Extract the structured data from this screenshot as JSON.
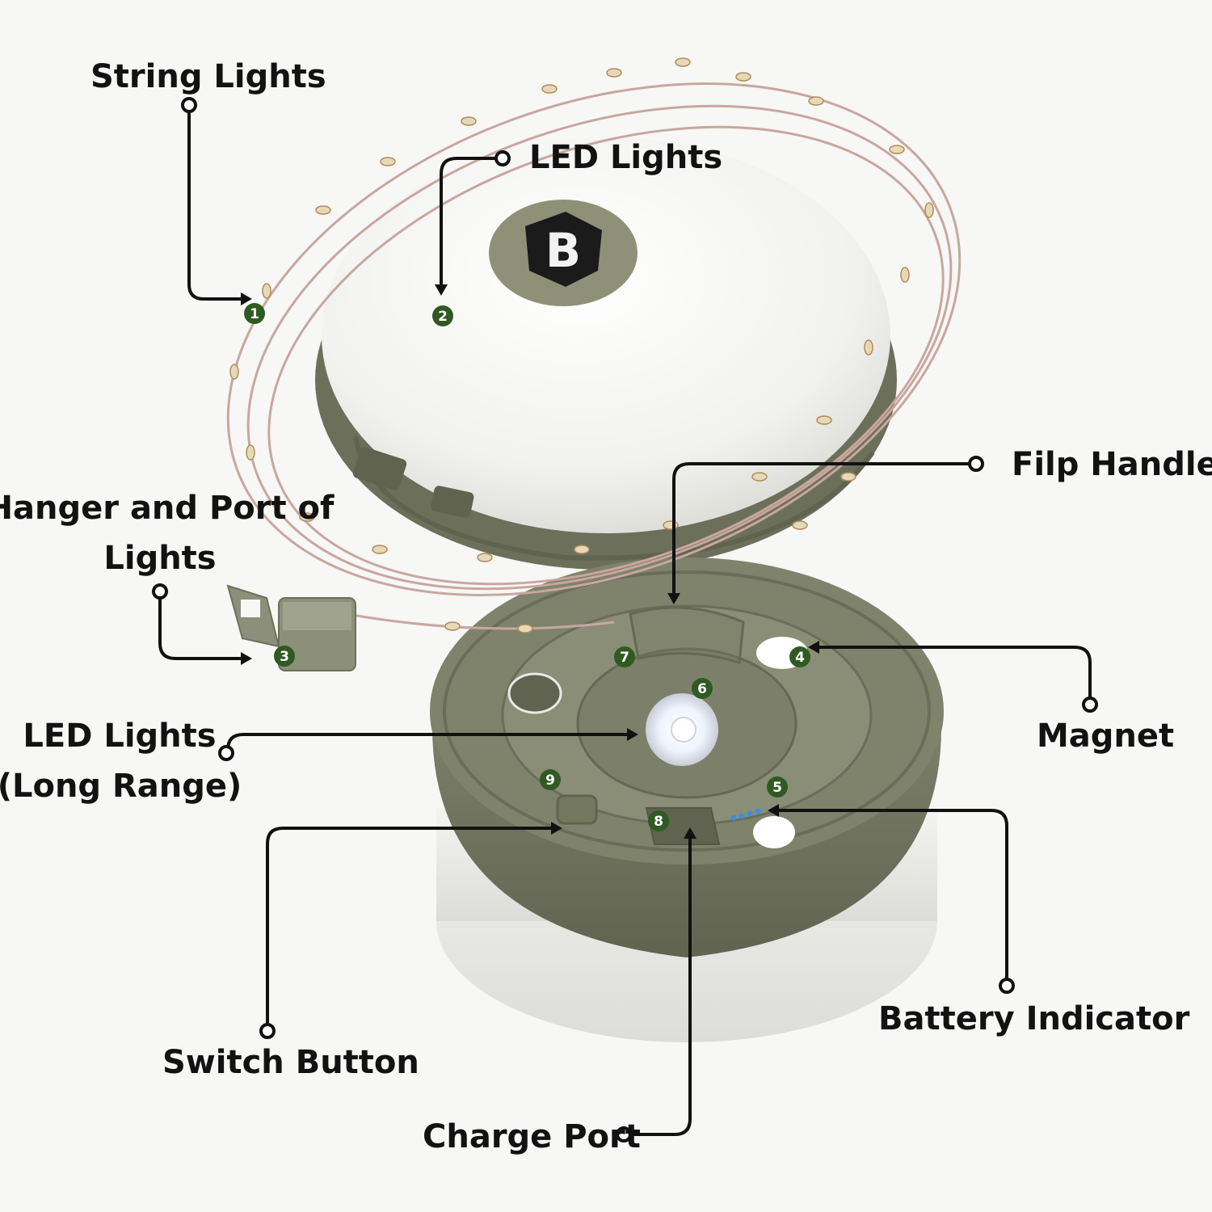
{
  "labels": {
    "string_lights": "String Lights",
    "led_lights_top": "LED Lights",
    "hanger_line1": "Hanger and Port of",
    "hanger_line2": "Lights",
    "filp_handle": "Filp Handle",
    "magnet": "Magnet",
    "led_long_line1": "LED Lights",
    "led_long_line2": "(Long Range)",
    "battery_indicator": "Battery Indicator",
    "switch_button": "Switch Button",
    "charge_port": "Charge Port"
  },
  "markers": [
    "1",
    "2",
    "3",
    "4",
    "5",
    "6",
    "7",
    "8",
    "9"
  ],
  "colors": {
    "olive": "#7c806a",
    "olive_dark": "#5f6350",
    "marker_green": "#2f5a22",
    "string_wire": "#c9a6a0",
    "battery_blue": "#3a8fe0"
  },
  "icons": {
    "logo": "b-shield-logo-icon"
  }
}
